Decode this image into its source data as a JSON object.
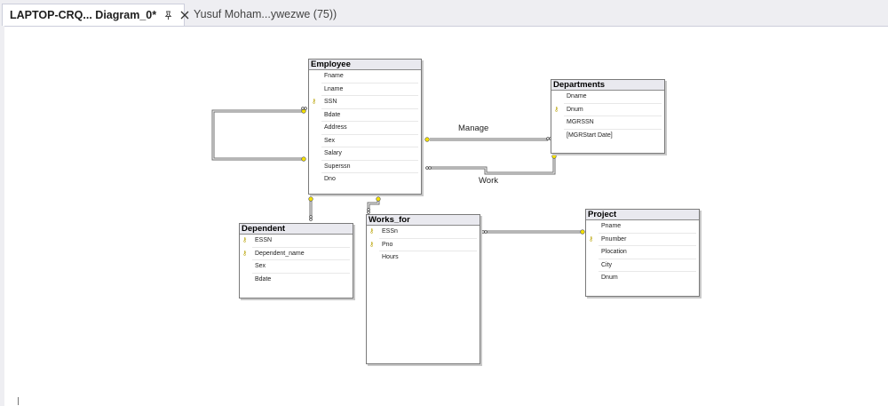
{
  "tabs": [
    {
      "label": "LAPTOP-CRQ... Diagram_0*",
      "active": true
    },
    {
      "label": "Yusuf Moham...ywezwe (75))",
      "active": false
    }
  ],
  "icons": {
    "pin": "pin-icon",
    "close": "close-icon",
    "key": "key-icon"
  },
  "colors": {
    "key": "#b8a200",
    "connector": "#6e6e6e"
  },
  "tables": {
    "employee": {
      "title": "Employee",
      "columns": [
        {
          "name": "Fname",
          "pk": false
        },
        {
          "name": "Lname",
          "pk": false
        },
        {
          "name": "SSN",
          "pk": true
        },
        {
          "name": "Bdate",
          "pk": false
        },
        {
          "name": "Address",
          "pk": false
        },
        {
          "name": "Sex",
          "pk": false
        },
        {
          "name": "Salary",
          "pk": false
        },
        {
          "name": "Superssn",
          "pk": false
        },
        {
          "name": "Dno",
          "pk": false
        }
      ]
    },
    "departments": {
      "title": "Departments",
      "columns": [
        {
          "name": "Dname",
          "pk": false
        },
        {
          "name": "Dnum",
          "pk": true
        },
        {
          "name": "MGRSSN",
          "pk": false
        },
        {
          "name": "[MGRStart Date]",
          "pk": false
        }
      ]
    },
    "dependent": {
      "title": "Dependent",
      "columns": [
        {
          "name": "ESSN",
          "pk": true
        },
        {
          "name": "Dependent_name",
          "pk": true
        },
        {
          "name": "Sex",
          "pk": false
        },
        {
          "name": "Bdate",
          "pk": false
        }
      ]
    },
    "works_for": {
      "title": "Works_for",
      "columns": [
        {
          "name": "ESSn",
          "pk": true
        },
        {
          "name": "Pno",
          "pk": true
        },
        {
          "name": "Hours",
          "pk": false
        }
      ]
    },
    "project": {
      "title": "Project",
      "columns": [
        {
          "name": "Pname",
          "pk": false
        },
        {
          "name": "Pnumber",
          "pk": true
        },
        {
          "name": "Plocation",
          "pk": false
        },
        {
          "name": "City",
          "pk": false
        },
        {
          "name": "Dnum",
          "pk": false
        }
      ]
    }
  },
  "relationships": {
    "manage": "Manage",
    "work": "Work"
  }
}
